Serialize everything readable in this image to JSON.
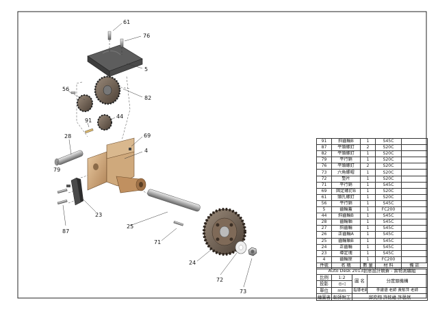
{
  "callouts": [
    "61",
    "76",
    "5",
    "56",
    "82",
    "91",
    "44",
    "28",
    "69",
    "4",
    "79",
    "23",
    "87",
    "25",
    "71",
    "24",
    "72",
    "73"
  ],
  "bom": {
    "header": {
      "no": "件號",
      "name": "名 稱",
      "qty": "數 量",
      "material": "材 料",
      "note": "備 註"
    },
    "rows": [
      {
        "no": "91",
        "name": "斜齒輪B",
        "qty": "1",
        "material": "S45C",
        "note": ""
      },
      {
        "no": "87",
        "name": "平頭螺釘",
        "qty": "2",
        "material": "S20C",
        "note": ""
      },
      {
        "no": "82",
        "name": "平頭螺釘",
        "qty": "1",
        "material": "S20C",
        "note": ""
      },
      {
        "no": "79",
        "name": "平行銷",
        "qty": "1",
        "material": "S20C",
        "note": ""
      },
      {
        "no": "76",
        "name": "平頭螺釘",
        "qty": "2",
        "material": "S20C",
        "note": ""
      },
      {
        "no": "73",
        "name": "六角螺帽",
        "qty": "1",
        "material": "S20C",
        "note": ""
      },
      {
        "no": "72",
        "name": "墊片",
        "qty": "1",
        "material": "S20C",
        "note": ""
      },
      {
        "no": "71",
        "name": "平行銷",
        "qty": "1",
        "material": "S45C",
        "note": ""
      },
      {
        "no": "69",
        "name": "固定螺釘B",
        "qty": "1",
        "material": "S20C",
        "note": ""
      },
      {
        "no": "61",
        "name": "頭孔螺釘",
        "qty": "1",
        "material": "S20C",
        "note": ""
      },
      {
        "no": "56",
        "name": "平行銷",
        "qty": "1",
        "material": "S45C",
        "note": ""
      },
      {
        "no": "5",
        "name": "齒輪蓋",
        "qty": "1",
        "material": "FC200",
        "note": ""
      },
      {
        "no": "44",
        "name": "斜齒輪B",
        "qty": "1",
        "material": "S45C",
        "note": ""
      },
      {
        "no": "28",
        "name": "齒輪軸",
        "qty": "1",
        "material": "S45C",
        "note": ""
      },
      {
        "no": "27",
        "name": "斜齒輪",
        "qty": "1",
        "material": "S45C",
        "note": ""
      },
      {
        "no": "26",
        "name": "正齒輪A",
        "qty": "1",
        "material": "S45C",
        "note": ""
      },
      {
        "no": "25",
        "name": "齒輪軸B",
        "qty": "1",
        "material": "S45C",
        "note": ""
      },
      {
        "no": "24",
        "name": "正齒輪",
        "qty": "1",
        "material": "S45C",
        "note": ""
      },
      {
        "no": "23",
        "name": "導定塊",
        "qty": "1",
        "material": "S45C",
        "note": ""
      },
      {
        "no": "4",
        "name": "齒輪座",
        "qty": "1",
        "material": "FC200",
        "note": ""
      }
    ]
  },
  "title_block": {
    "project": "Auto Desk 2013創意設計競賽 - 實物測繪組",
    "scale_label": "比例",
    "scale_value": "1:2",
    "view_label": "投影",
    "view_symbol": "◎◁",
    "unit_label": "單位",
    "unit_value": "mm",
    "drawn_label": "繪圖者",
    "drawn_value": "彰師附工",
    "drawing_name_label": "圖 名",
    "drawing_name": "分度頭機構",
    "advisor_label": "指導老師",
    "advisors": "李建德 老師 黃郁萍 老師",
    "students": "邱奕翔 許銘維 許馨然"
  }
}
